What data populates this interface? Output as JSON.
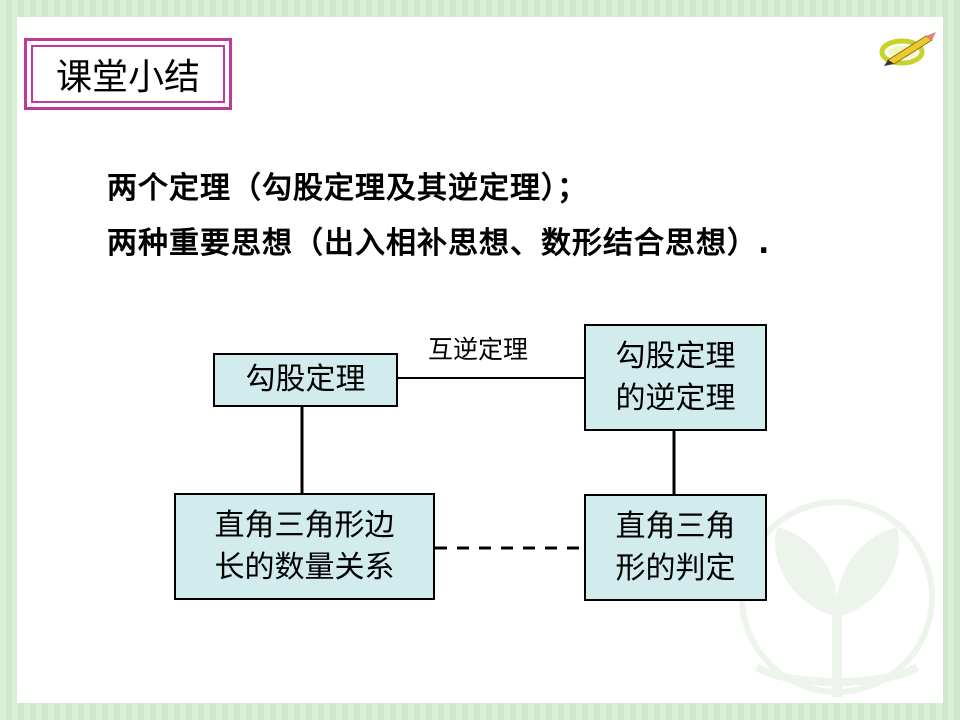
{
  "title": "课堂小结",
  "summary": {
    "line1": "两个定理（勾股定理及其逆定理）；",
    "line2": "两种重要思想（出入相补思想、数形结合思想）."
  },
  "diagram": {
    "nodes": {
      "pythagorean": {
        "lines": [
          "勾股定理"
        ]
      },
      "converse": {
        "lines": [
          "勾股定理",
          "的逆定理"
        ]
      },
      "side_relation": {
        "lines": [
          "直角三角形边",
          "长的数量关系"
        ]
      },
      "right_triangle_test": {
        "lines": [
          "直角三角",
          "形的判定"
        ]
      }
    },
    "edge_label": "互逆定理"
  },
  "icons": {
    "corner": "pencil-icon"
  },
  "colors": {
    "title_border": "#c0389a",
    "box_fill": "#d2ecee",
    "frame": "#d4ecd0"
  }
}
